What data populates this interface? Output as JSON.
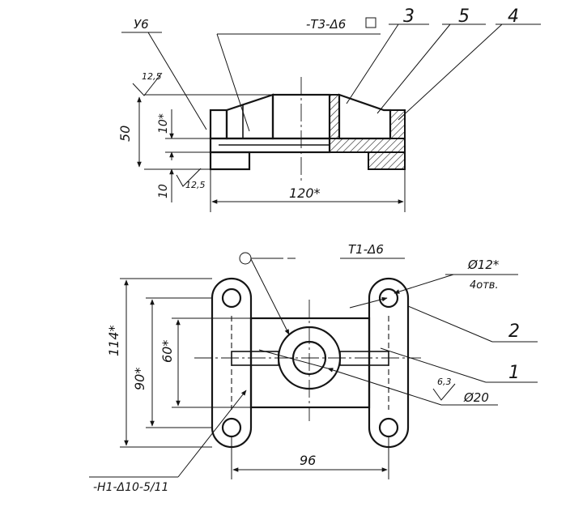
{
  "labels": {
    "weld_top_left": "У6",
    "weld_top_center": "-Т3-Δ6",
    "part_3": "3",
    "part_5": "5",
    "part_4": "4",
    "rough_top": "12,5",
    "rough_bottom": "12,5",
    "rough_hole": "6,3",
    "dim_50": "50",
    "dim_10_star": "10*",
    "dim_10": "10",
    "dim_120": "120*",
    "weld_t1": "Т1-Δ6",
    "hole_dia": "Ø12*",
    "hole_count": "4отв.",
    "part_2": "2",
    "part_1": "1",
    "dim_114": "114*",
    "dim_90": "90*",
    "dim_60": "60*",
    "dim_20": "Ø20",
    "dim_96": "96",
    "weld_h1": "-Н1-Δ10-5/11"
  },
  "colors": {
    "ink": "#141414",
    "paper": "#ffffff"
  }
}
